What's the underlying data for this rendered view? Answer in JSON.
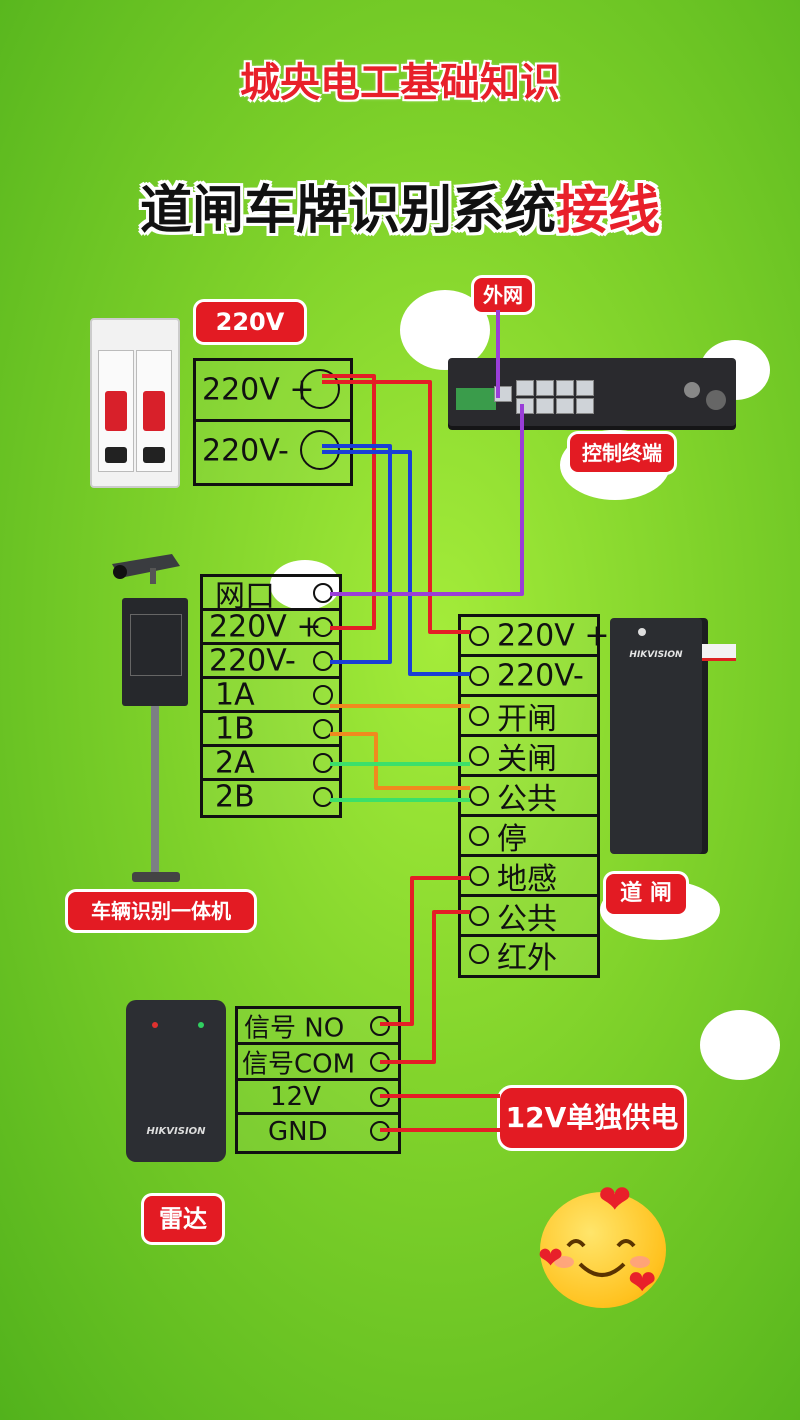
{
  "title": "城央电工基础知识",
  "subtitle": {
    "main": "道闸车牌识别系统",
    "highlight": "接线"
  },
  "labels": {
    "power_tag": "220V",
    "external_net": "外网",
    "control_terminal": "控制终端",
    "camera_unit": "车辆识别一体机",
    "barrier": "道 闸",
    "radar": "雷达",
    "separate_power": "12V单独供电"
  },
  "brand": "HIKVISION",
  "power_block": [
    "220V +",
    "220V-"
  ],
  "camera_block": [
    "网口",
    "220V +",
    "220V-",
    "1A",
    "1B",
    "2A",
    "2B"
  ],
  "barrier_block": [
    "220V +",
    "220V-",
    "开闸",
    "关闸",
    "公共",
    "停",
    "地感",
    "公共",
    "红外"
  ],
  "radar_block": [
    "信号 NO",
    "信号COM",
    "12V",
    "GND"
  ],
  "colors": {
    "red_wire": "#e41e26",
    "blue_wire": "#1a3fd6",
    "purple_wire": "#9a3ed8",
    "orange_wire": "#f08a1e",
    "green_wire": "#3be06a",
    "tag_red": "#e31b23"
  }
}
